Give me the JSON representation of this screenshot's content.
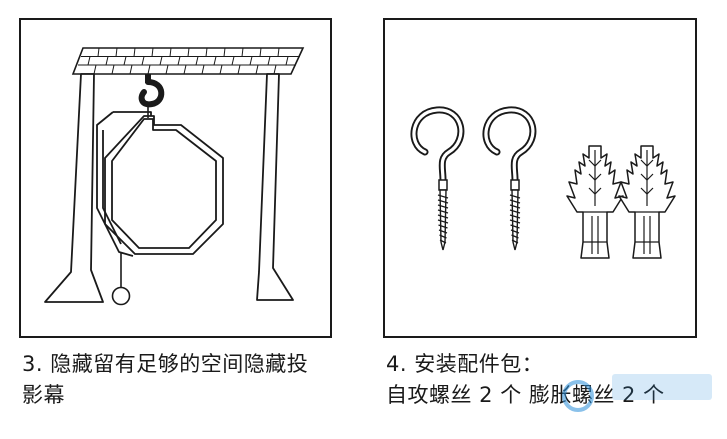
{
  "step3": {
    "caption_line1": "3. 隐藏留有足够的空间隐藏投",
    "caption_line2": "影幕"
  },
  "step4": {
    "caption_line1": "4. 安装配件包：",
    "caption_line2": "自攻螺丝 2 个  膨胀螺丝 2 个"
  },
  "colors": {
    "ink": "#1a1a1a",
    "background": "#ffffff",
    "watermark": "#2b8fd9"
  }
}
